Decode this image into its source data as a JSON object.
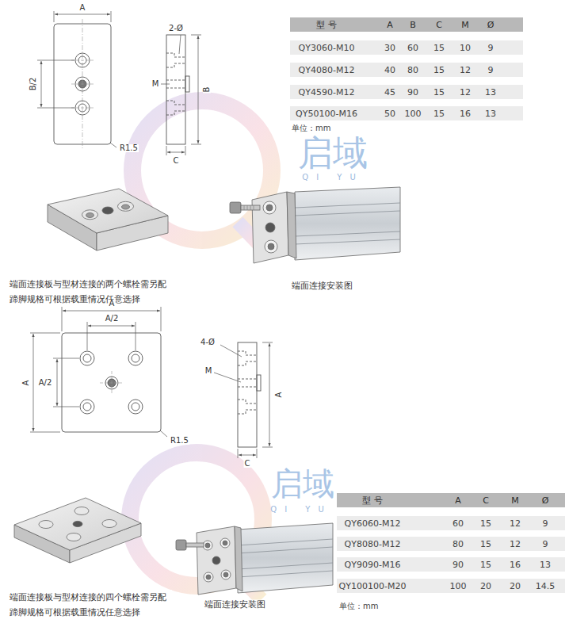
{
  "diagram": {
    "labels": [
      "A",
      "2-Ø",
      "M",
      "B/2",
      "B",
      "R1.5",
      "C",
      "型 号",
      "A",
      "B",
      "C",
      "M",
      "Ø",
      "QY3060-M10",
      "30",
      "60",
      "15",
      "10",
      "9",
      "QY4080-M12",
      "40",
      "80",
      "15",
      "12",
      "9",
      "QY4590-M12",
      "45",
      "90",
      "15",
      "12",
      "13",
      "QY50100-M16",
      "50",
      "100",
      "15",
      "16",
      "13",
      "单位：mm",
      "启域",
      "QI YU",
      "端面连接板与型材连接的两个螺栓需另配 蹄脚规格可根据载重情况任意选择",
      "端面连接安装图",
      "A",
      "A/2",
      "A",
      "A/2",
      "4-Ø",
      "M",
      "A",
      "R1.5",
      "C",
      "型 号",
      "A",
      "C",
      "M",
      "Ø",
      "QY6060-M12",
      "60",
      "15",
      "12",
      "9",
      "QY8080-M12",
      "80",
      "15",
      "12",
      "9",
      "QY9090-M16",
      "90",
      "15",
      "16",
      "13",
      "QY100100-M20",
      "100",
      "20",
      "20",
      "14.5",
      "单位：mm",
      "启域",
      "QI YU",
      "端面连接板与型材连接的四个螺栓需另配 蹄脚规格可根据载重情况任意选择",
      "端面连接安装图"
    ]
  }
}
